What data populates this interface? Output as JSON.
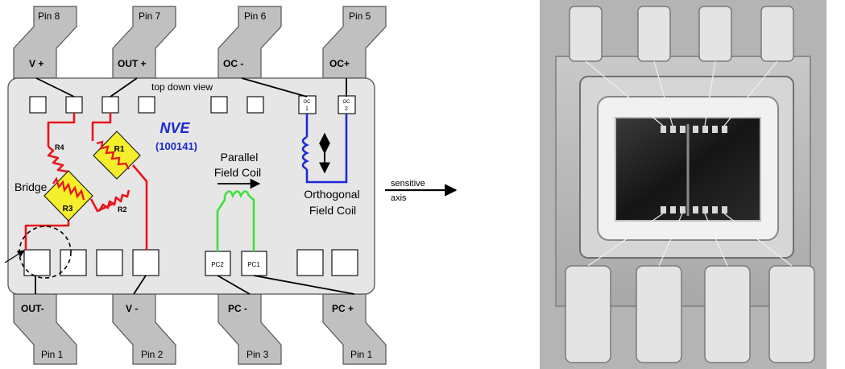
{
  "diagram": {
    "pins_top": [
      {
        "pin": "Pin 8",
        "signal": "V +"
      },
      {
        "pin": "Pin 7",
        "signal": "OUT +"
      },
      {
        "pin": "Pin 6",
        "signal": "OC -"
      },
      {
        "pin": "Pin 5",
        "signal": "OC+"
      }
    ],
    "pins_bottom": [
      {
        "pin": "Pin 1",
        "signal": "OUT-"
      },
      {
        "pin": "Pin 2",
        "signal": "V -"
      },
      {
        "pin": "Pin 3",
        "signal": "PC -"
      },
      {
        "pin": "Pin 1",
        "signal": "PC +"
      }
    ],
    "view_label": "top down view",
    "brand": "NVE",
    "part_number": "(100141)",
    "bridge_label": "Bridge",
    "resistors": [
      "R1",
      "R2",
      "R3",
      "R4"
    ],
    "parallel_coil": {
      "line1": "Parallel",
      "line2": "Field Coil",
      "pad_left": "PC2",
      "pad_right": "PC1"
    },
    "orthogonal_coil": {
      "line1": "Orthogonal",
      "line2": "Field Coil",
      "pad_left_1": "OC",
      "pad_left_2": "1",
      "pad_right_1": "OC",
      "pad_right_2": "2"
    },
    "sensitive_axis": {
      "line1": "sensitive",
      "line2": "axis"
    }
  },
  "colors": {
    "pin_fill": "#c0c0c0",
    "body_fill": "#e6e6e6",
    "bridge_wire": "#e8151b",
    "parallel_coil": "#3de03d",
    "orthogonal_coil": "#1f2ad6",
    "resistor_highlight": "#f5ee2a",
    "brand_text": "#1a2ad0"
  },
  "photo": {
    "description_icon": "chip-photo-icon"
  }
}
